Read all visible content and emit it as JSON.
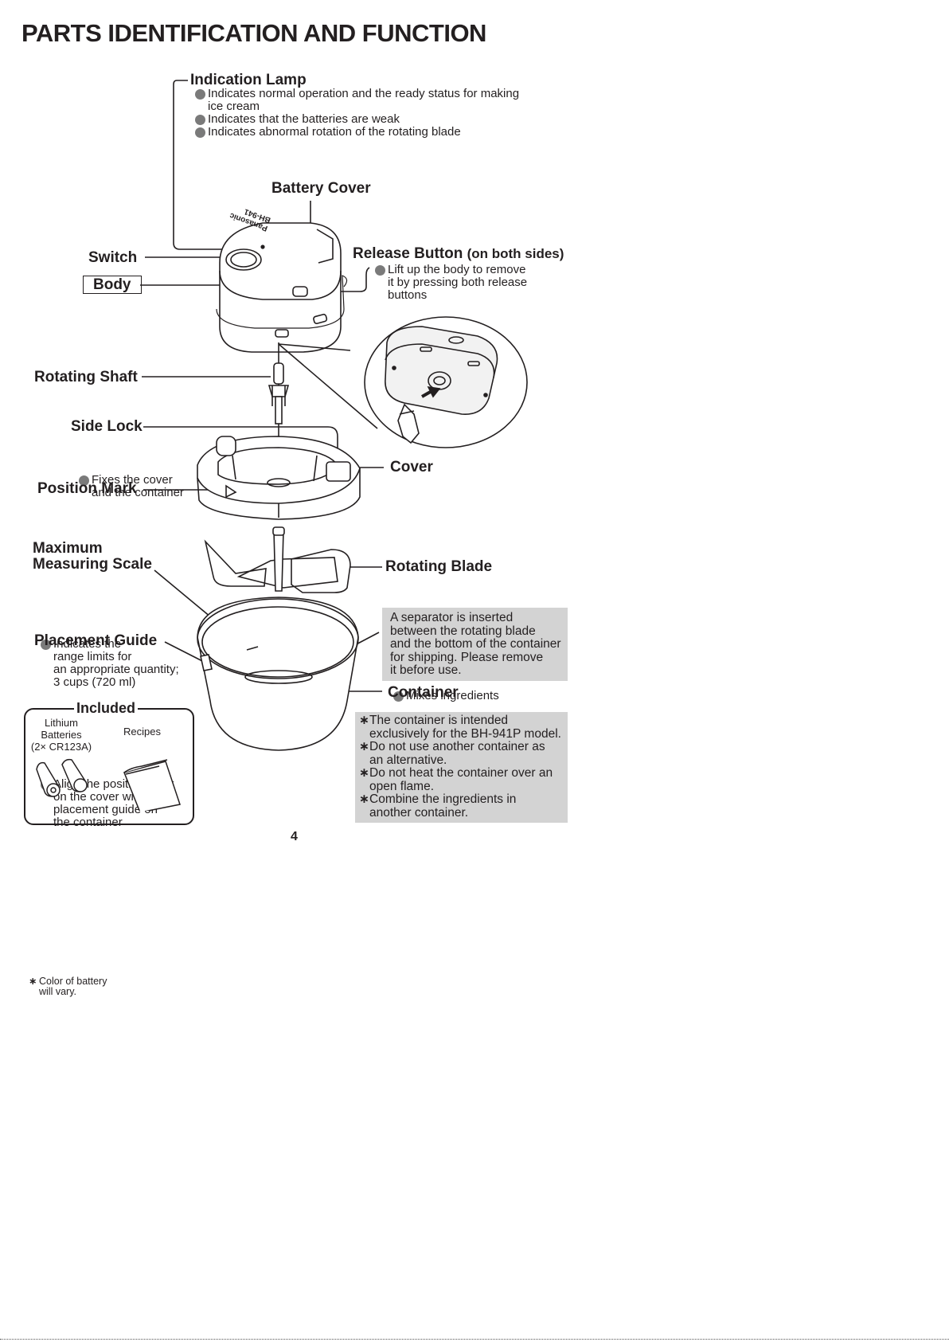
{
  "page": {
    "title": "PARTS IDENTIFICATION AND FUNCTION",
    "page_number": "4"
  },
  "indication_lamp": {
    "label": "Indication Lamp",
    "notes": [
      [
        "Indicates normal operation and the ready status for making",
        "ice cream"
      ],
      [
        "Indicates that the batteries are weak"
      ],
      [
        "Indicates abnormal rotation of the rotating blade"
      ]
    ]
  },
  "battery_cover": {
    "label": "Battery Cover"
  },
  "switch": {
    "label": "Switch"
  },
  "body": {
    "label": "Body"
  },
  "release_button": {
    "label": "Release Button",
    "label_suffix": "(on both sides)",
    "note": [
      "Lift up the body to remove",
      "it by pressing  both release",
      "buttons"
    ]
  },
  "rotating_shaft": {
    "label": "Rotating Shaft"
  },
  "side_lock": {
    "label": "Side Lock",
    "note": [
      "Fixes the cover",
      "and the container"
    ]
  },
  "cover": {
    "label": "Cover"
  },
  "position_mark": {
    "label": "Position Mark"
  },
  "max_scale": {
    "label_lines": [
      "Maximum",
      "Measuring Scale"
    ],
    "note": [
      "Indicates the",
      "range limits for",
      "an appropriate quantity;",
      "3 cups  (720 ml)"
    ]
  },
  "rotating_blade": {
    "label": "Rotating Blade",
    "note": "Mixes ingredients"
  },
  "separator_note": {
    "lines": [
      "A separator is inserted",
      "between the rotating blade",
      "and the bottom of the container",
      "for shipping. Please remove",
      "it before use."
    ]
  },
  "placement_guide": {
    "label": "Placement Guide",
    "note": [
      "Align the position mark",
      "on the cover with the",
      "placement guide on",
      "the container"
    ]
  },
  "container": {
    "label": "Container"
  },
  "container_notes": [
    [
      "The container is intended",
      "exclusively for the BH-941P model."
    ],
    [
      "Do not use another container as",
      "an alternative."
    ],
    [
      "Do not heat the container over an",
      "open flame."
    ],
    [
      "Combine the ingredients in",
      "another container."
    ]
  ],
  "included": {
    "title": "Included",
    "batteries_label": [
      "Lithium",
      "Batteries",
      "(2× CR123A)"
    ],
    "recipes_label": "Recipes",
    "battery_note": [
      "Color of battery",
      "will vary."
    ]
  },
  "device_marking": [
    "Panasonic",
    "BH-941"
  ]
}
